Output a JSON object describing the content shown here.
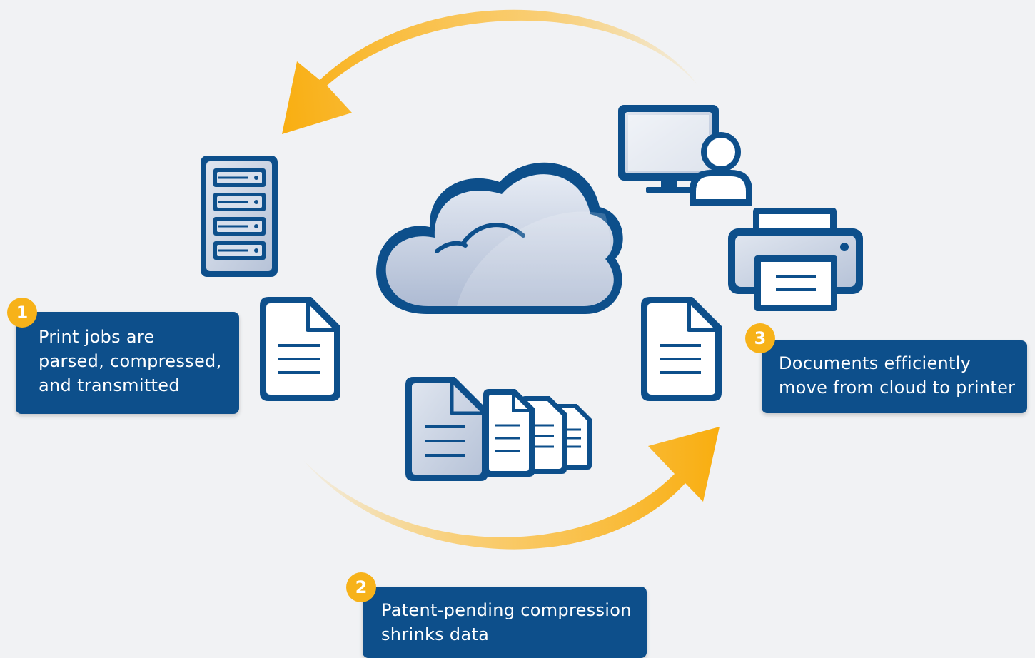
{
  "callouts": [
    {
      "number": "1",
      "lines": [
        "Print jobs are",
        "parsed, compressed,",
        "and transmitted"
      ]
    },
    {
      "number": "2",
      "lines": [
        "Patent-pending compression",
        "shrinks data"
      ]
    },
    {
      "number": "3",
      "lines": [
        "Documents efficiently",
        "move from cloud to printer"
      ]
    }
  ],
  "colors": {
    "background": "#f1f2f4",
    "navy": "#0d4f8b",
    "badge": "#f7b219",
    "arrow": "#fbb416",
    "icon_fill": "#c3cde0"
  },
  "icons": [
    "server-icon",
    "document-icon",
    "cloud-icon",
    "compressed-documents-icon",
    "computer-user-icon",
    "printer-icon",
    "arrow-icon"
  ]
}
